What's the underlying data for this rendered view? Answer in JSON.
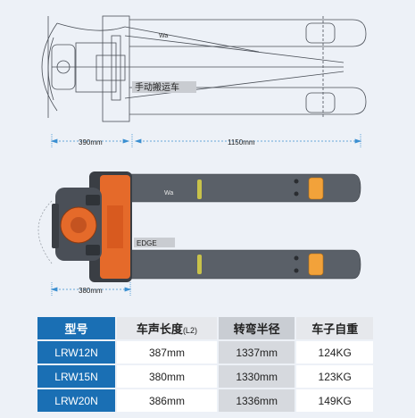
{
  "labels": {
    "wa_top": "Wa",
    "product_name": "手动搬运车",
    "dim_left_top": "390mm",
    "dim_right_top": "1150mm",
    "wa_bottom": "Wa",
    "edge": "EDGE",
    "dim_bottom": "380mm"
  },
  "table": {
    "headers": [
      {
        "main": "型号",
        "sub": ""
      },
      {
        "main": "车声长度",
        "sub": "(L2)"
      },
      {
        "main": "转弯半径",
        "sub": ""
      },
      {
        "main": "车子自重",
        "sub": ""
      }
    ],
    "rows": [
      {
        "model": "LRW12N",
        "length": "387mm",
        "radius": "1337mm",
        "weight": "124KG"
      },
      {
        "model": "LRW15N",
        "length": "380mm",
        "radius": "1330mm",
        "weight": "123KG"
      },
      {
        "model": "LRW20N",
        "length": "386mm",
        "radius": "1336mm",
        "weight": "149KG"
      }
    ]
  },
  "colors": {
    "accent_blue": "#1a6fb4",
    "fork_grey": "#5a6068",
    "body_orange": "#e56a2a",
    "roller_orange": "#f2a23a"
  }
}
